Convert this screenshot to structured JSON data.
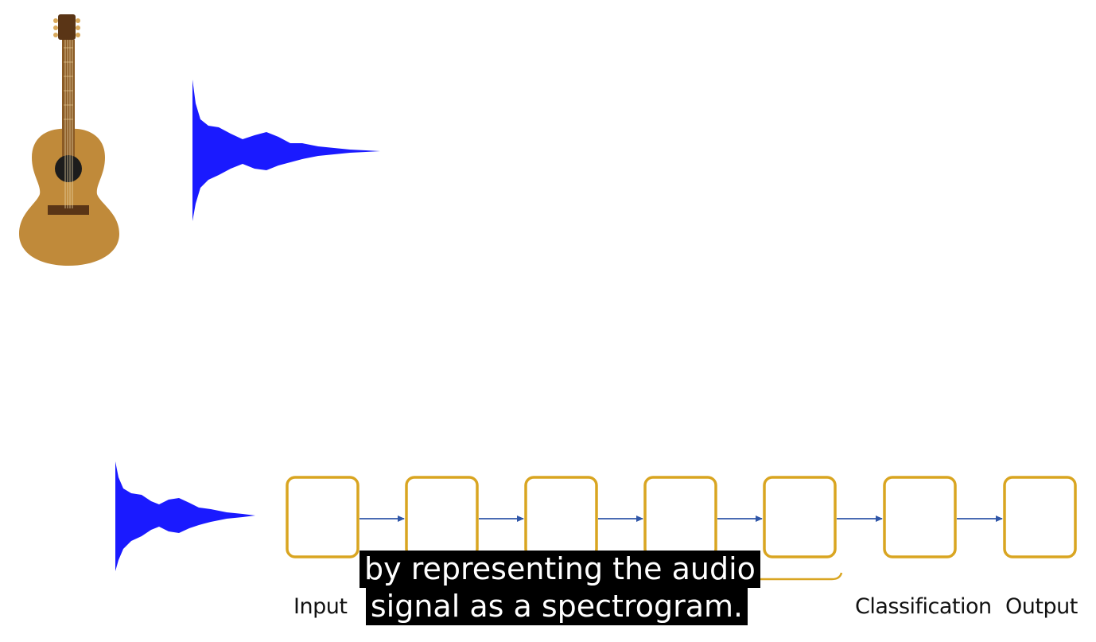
{
  "colors": {
    "background": "#ffffff",
    "waveform": "#1a1aff",
    "box_stroke": "#d9a521",
    "arrow": "#2f56a8",
    "guitar_body": "#c08a3a",
    "guitar_neck": "#8a5a24",
    "caption_bg": "#000000",
    "caption_text": "#ffffff"
  },
  "icons": {
    "guitar": "acoustic-guitar-icon",
    "waveform_top": "audio-waveform-icon",
    "waveform_bottom": "audio-waveform-icon"
  },
  "pipeline": {
    "box_count": 7,
    "labels": {
      "input": "Input",
      "classification": "Classification",
      "output": "Output"
    }
  },
  "caption": {
    "line1": "by representing the audio",
    "line2": "signal as a spectrogram."
  }
}
